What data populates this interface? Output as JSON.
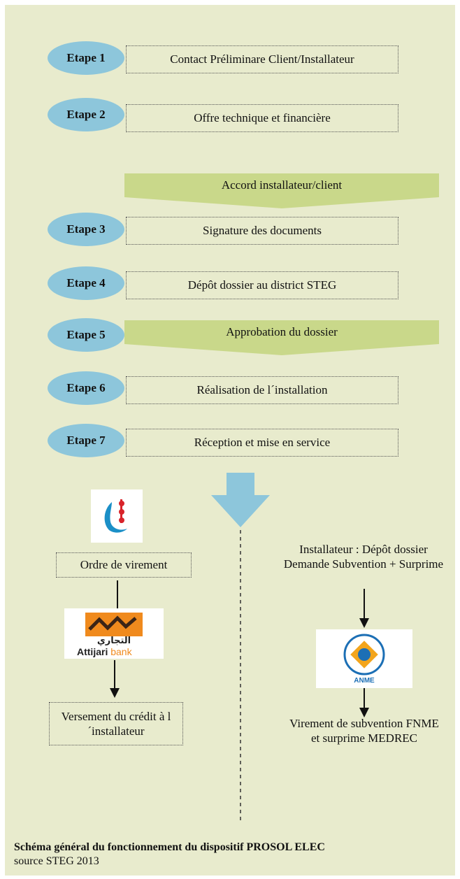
{
  "steps": [
    {
      "label": "Etape 1",
      "text": "Contact Préliminare Client/Installateur"
    },
    {
      "label": "Etape 2",
      "text": "Offre technique et financière"
    },
    {
      "label": "Etape 3",
      "text": "Signature des documents"
    },
    {
      "label": "Etape 4",
      "text": "Dépôt dossier au district STEG"
    },
    {
      "label": "Etape 5",
      "text": "Approbation du dossier"
    },
    {
      "label": "Etape 6",
      "text": "Réalisation de l´installation"
    },
    {
      "label": "Etape 7",
      "text": "Réception et mise en service"
    }
  ],
  "accord": "Accord installateur/client",
  "left": {
    "ordre": "Ordre de virement",
    "bank_logo_arabic": "التجاري",
    "bank_logo_latin": "Attijari",
    "bank_logo_suffix": "bank",
    "versement": "Versement du crédit à l´installateur"
  },
  "right": {
    "depot": "Installateur : Dépôt dossier Demande Subvention + Surprime",
    "anme_logo_text": "ANME",
    "virement": "Virement de subvention FNME et surprime MEDREC"
  },
  "caption": {
    "title": "Schéma général du fonctionnement du dispositif PROSOL ELEC",
    "source": "source STEG 2013"
  },
  "colors": {
    "panel": "#e8ebcd",
    "pill": "#8dc6db",
    "banner": "#c9d88a",
    "big_arrow": "#8dc6db"
  }
}
